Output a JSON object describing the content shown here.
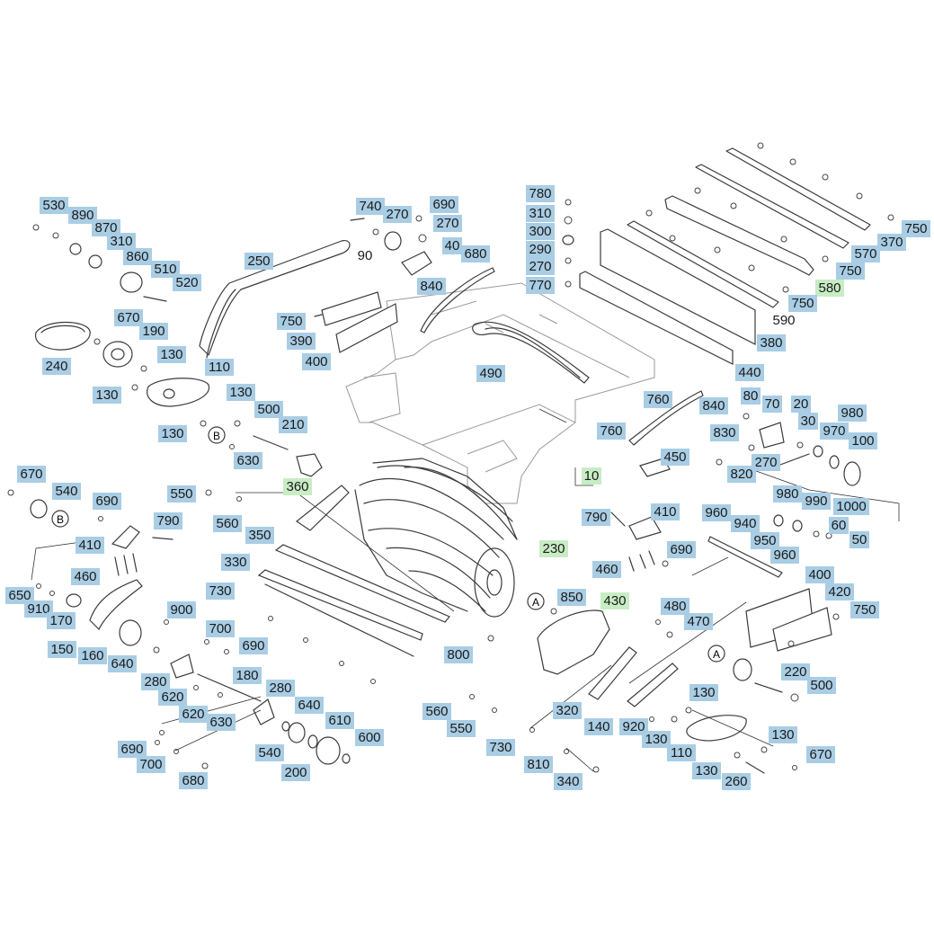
{
  "labels": [
    {
      "id": "a530",
      "t": "530",
      "c": "blue"
    },
    {
      "id": "a890",
      "t": "890",
      "c": "blue"
    },
    {
      "id": "a870",
      "t": "870",
      "c": "blue"
    },
    {
      "id": "a310",
      "t": "310",
      "c": "blue"
    },
    {
      "id": "a860",
      "t": "860",
      "c": "blue"
    },
    {
      "id": "a510",
      "t": "510",
      "c": "blue"
    },
    {
      "id": "a520",
      "t": "520",
      "c": "blue"
    },
    {
      "id": "a250",
      "t": "250",
      "c": "blue"
    },
    {
      "id": "a740",
      "t": "740",
      "c": "blue"
    },
    {
      "id": "a270a",
      "t": "270",
      "c": "blue"
    },
    {
      "id": "a690a",
      "t": "690",
      "c": "blue"
    },
    {
      "id": "a270b",
      "t": "270",
      "c": "blue"
    },
    {
      "id": "a90",
      "t": "90",
      "c": "plain"
    },
    {
      "id": "a40",
      "t": "40",
      "c": "blue"
    },
    {
      "id": "a680a",
      "t": "680",
      "c": "blue"
    },
    {
      "id": "a840a",
      "t": "840",
      "c": "blue"
    },
    {
      "id": "a780",
      "t": "780",
      "c": "blue"
    },
    {
      "id": "a310b",
      "t": "310",
      "c": "blue"
    },
    {
      "id": "a300",
      "t": "300",
      "c": "blue"
    },
    {
      "id": "a290",
      "t": "290",
      "c": "blue"
    },
    {
      "id": "a270c",
      "t": "270",
      "c": "blue"
    },
    {
      "id": "a770",
      "t": "770",
      "c": "blue"
    },
    {
      "id": "a750a",
      "t": "750",
      "c": "blue"
    },
    {
      "id": "a370",
      "t": "370",
      "c": "blue"
    },
    {
      "id": "a570",
      "t": "570",
      "c": "blue"
    },
    {
      "id": "a750b",
      "t": "750",
      "c": "blue"
    },
    {
      "id": "a580",
      "t": "580",
      "c": "green"
    },
    {
      "id": "a750c",
      "t": "750",
      "c": "blue"
    },
    {
      "id": "a590",
      "t": "590",
      "c": "plain"
    },
    {
      "id": "a380",
      "t": "380",
      "c": "blue"
    },
    {
      "id": "a440",
      "t": "440",
      "c": "blue"
    },
    {
      "id": "a240",
      "t": "240",
      "c": "blue"
    },
    {
      "id": "a670a",
      "t": "670",
      "c": "blue"
    },
    {
      "id": "a190",
      "t": "190",
      "c": "blue"
    },
    {
      "id": "a130a",
      "t": "130",
      "c": "blue"
    },
    {
      "id": "a130b",
      "t": "130",
      "c": "blue"
    },
    {
      "id": "a110a",
      "t": "110",
      "c": "blue"
    },
    {
      "id": "a130c",
      "t": "130",
      "c": "blue"
    },
    {
      "id": "a500a",
      "t": "500",
      "c": "blue"
    },
    {
      "id": "a210",
      "t": "210",
      "c": "blue"
    },
    {
      "id": "a130d",
      "t": "130",
      "c": "blue"
    },
    {
      "id": "a630a",
      "t": "630",
      "c": "blue"
    },
    {
      "id": "a360",
      "t": "360",
      "c": "green"
    },
    {
      "id": "a750d",
      "t": "750",
      "c": "blue"
    },
    {
      "id": "a390",
      "t": "390",
      "c": "blue"
    },
    {
      "id": "a400a",
      "t": "400",
      "c": "blue"
    },
    {
      "id": "a490",
      "t": "490",
      "c": "blue"
    },
    {
      "id": "a760a",
      "t": "760",
      "c": "blue"
    },
    {
      "id": "a840b",
      "t": "840",
      "c": "blue"
    },
    {
      "id": "a760b",
      "t": "760",
      "c": "blue"
    },
    {
      "id": "a10",
      "t": "10",
      "c": "green"
    },
    {
      "id": "a450",
      "t": "450",
      "c": "blue"
    },
    {
      "id": "a80",
      "t": "80",
      "c": "blue"
    },
    {
      "id": "a70",
      "t": "70",
      "c": "blue"
    },
    {
      "id": "a20",
      "t": "20",
      "c": "blue"
    },
    {
      "id": "a830",
      "t": "830",
      "c": "blue"
    },
    {
      "id": "a30",
      "t": "30",
      "c": "blue"
    },
    {
      "id": "a980a",
      "t": "980",
      "c": "blue"
    },
    {
      "id": "a970",
      "t": "970",
      "c": "blue"
    },
    {
      "id": "a100",
      "t": "100",
      "c": "blue"
    },
    {
      "id": "a270d",
      "t": "270",
      "c": "blue"
    },
    {
      "id": "a820",
      "t": "820",
      "c": "blue"
    },
    {
      "id": "a670b",
      "t": "670",
      "c": "blue"
    },
    {
      "id": "a540a",
      "t": "540",
      "c": "blue"
    },
    {
      "id": "a690b",
      "t": "690",
      "c": "blue"
    },
    {
      "id": "a410a",
      "t": "410",
      "c": "blue"
    },
    {
      "id": "a790a",
      "t": "790",
      "c": "blue"
    },
    {
      "id": "a460a",
      "t": "460",
      "c": "blue"
    },
    {
      "id": "a550a",
      "t": "550",
      "c": "blue"
    },
    {
      "id": "a560a",
      "t": "560",
      "c": "blue"
    },
    {
      "id": "a350",
      "t": "350",
      "c": "blue"
    },
    {
      "id": "a330",
      "t": "330",
      "c": "blue"
    },
    {
      "id": "a730a",
      "t": "730",
      "c": "blue"
    },
    {
      "id": "a650",
      "t": "650",
      "c": "blue"
    },
    {
      "id": "a910",
      "t": "910",
      "c": "blue"
    },
    {
      "id": "a170",
      "t": "170",
      "c": "blue"
    },
    {
      "id": "a150",
      "t": "150",
      "c": "blue"
    },
    {
      "id": "a160",
      "t": "160",
      "c": "blue"
    },
    {
      "id": "a640a",
      "t": "640",
      "c": "blue"
    },
    {
      "id": "a900",
      "t": "900",
      "c": "blue"
    },
    {
      "id": "a700a",
      "t": "700",
      "c": "blue"
    },
    {
      "id": "a690c",
      "t": "690",
      "c": "blue"
    },
    {
      "id": "a280a",
      "t": "280",
      "c": "blue"
    },
    {
      "id": "a180",
      "t": "180",
      "c": "blue"
    },
    {
      "id": "a620a",
      "t": "620",
      "c": "blue"
    },
    {
      "id": "a620b",
      "t": "620",
      "c": "blue"
    },
    {
      "id": "a630b",
      "t": "630",
      "c": "blue"
    },
    {
      "id": "a280b",
      "t": "280",
      "c": "blue"
    },
    {
      "id": "a640b",
      "t": "640",
      "c": "blue"
    },
    {
      "id": "a610",
      "t": "610",
      "c": "blue"
    },
    {
      "id": "a600",
      "t": "600",
      "c": "blue"
    },
    {
      "id": "a540b",
      "t": "540",
      "c": "blue"
    },
    {
      "id": "a200",
      "t": "200",
      "c": "blue"
    },
    {
      "id": "a690d",
      "t": "690",
      "c": "blue"
    },
    {
      "id": "a700b",
      "t": "700",
      "c": "blue"
    },
    {
      "id": "a680b",
      "t": "680",
      "c": "blue"
    },
    {
      "id": "a800",
      "t": "800",
      "c": "blue"
    },
    {
      "id": "a230",
      "t": "230",
      "c": "green"
    },
    {
      "id": "a790b",
      "t": "790",
      "c": "blue"
    },
    {
      "id": "a410b",
      "t": "410",
      "c": "blue"
    },
    {
      "id": "a690e",
      "t": "690",
      "c": "blue"
    },
    {
      "id": "a460b",
      "t": "460",
      "c": "blue"
    },
    {
      "id": "a850",
      "t": "850",
      "c": "blue"
    },
    {
      "id": "a430",
      "t": "430",
      "c": "green"
    },
    {
      "id": "a480",
      "t": "480",
      "c": "blue"
    },
    {
      "id": "a470",
      "t": "470",
      "c": "blue"
    },
    {
      "id": "a960a",
      "t": "960",
      "c": "blue"
    },
    {
      "id": "a940",
      "t": "940",
      "c": "blue"
    },
    {
      "id": "a950",
      "t": "950",
      "c": "blue"
    },
    {
      "id": "a960b",
      "t": "960",
      "c": "blue"
    },
    {
      "id": "a980b",
      "t": "980",
      "c": "blue"
    },
    {
      "id": "a990",
      "t": "990",
      "c": "blue"
    },
    {
      "id": "a1000",
      "t": "1000",
      "c": "blue"
    },
    {
      "id": "a60",
      "t": "60",
      "c": "blue"
    },
    {
      "id": "a50",
      "t": "50",
      "c": "blue"
    },
    {
      "id": "a400b",
      "t": "400",
      "c": "blue"
    },
    {
      "id": "a420",
      "t": "420",
      "c": "blue"
    },
    {
      "id": "a750e",
      "t": "750",
      "c": "blue"
    },
    {
      "id": "a560b",
      "t": "560",
      "c": "blue"
    },
    {
      "id": "a550b",
      "t": "550",
      "c": "blue"
    },
    {
      "id": "a730b",
      "t": "730",
      "c": "blue"
    },
    {
      "id": "a320",
      "t": "320",
      "c": "blue"
    },
    {
      "id": "a140",
      "t": "140",
      "c": "blue"
    },
    {
      "id": "a920",
      "t": "920",
      "c": "blue"
    },
    {
      "id": "a130e",
      "t": "130",
      "c": "blue"
    },
    {
      "id": "a130f",
      "t": "130",
      "c": "blue"
    },
    {
      "id": "a110b",
      "t": "110",
      "c": "blue"
    },
    {
      "id": "a130g",
      "t": "130",
      "c": "blue"
    },
    {
      "id": "a130h",
      "t": "130",
      "c": "blue"
    },
    {
      "id": "a220",
      "t": "220",
      "c": "blue"
    },
    {
      "id": "a500b",
      "t": "500",
      "c": "blue"
    },
    {
      "id": "a670c",
      "t": "670",
      "c": "blue"
    },
    {
      "id": "a260",
      "t": "260",
      "c": "blue"
    },
    {
      "id": "a810",
      "t": "810",
      "c": "blue"
    },
    {
      "id": "a340",
      "t": "340",
      "c": "blue"
    }
  ],
  "refs": {
    "a": "A",
    "b": "B"
  }
}
